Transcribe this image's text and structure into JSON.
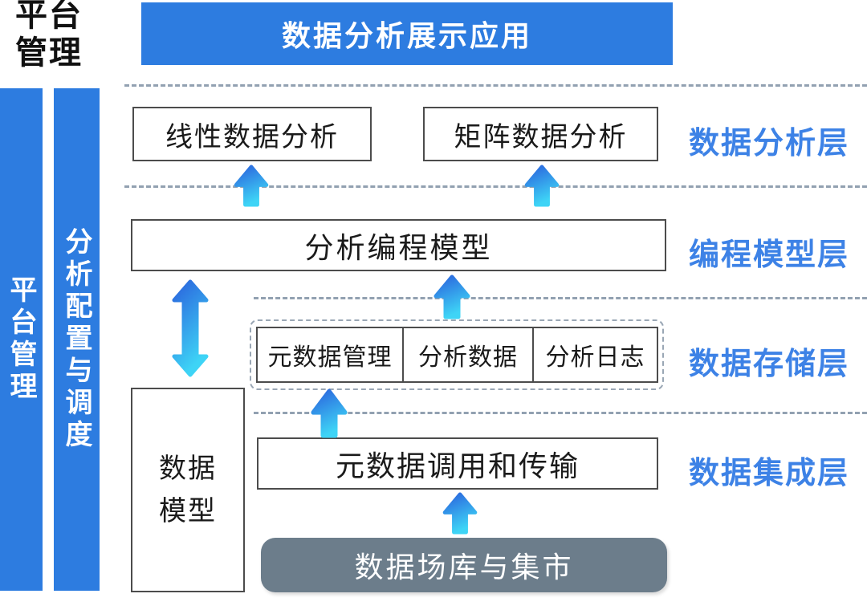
{
  "corner": {
    "line1": "平台",
    "line2": "管理"
  },
  "banner": {
    "title": "数据分析展示应用"
  },
  "sidebar": {
    "bar1": "平台管理",
    "bar2": "分析配置与调度"
  },
  "analysis_layer": {
    "label": "数据分析层",
    "box_linear": "线性数据分析",
    "box_matrix": "矩阵数据分析"
  },
  "programming_layer": {
    "label": "编程模型层",
    "box": "分析编程模型"
  },
  "storage_layer": {
    "label": "数据存储层",
    "cells": [
      {
        "label": "元数据管理"
      },
      {
        "label": "分析数据"
      },
      {
        "label": "分析日志"
      }
    ]
  },
  "integration_layer": {
    "label": "数据集成层",
    "box": "元数据调用和传输"
  },
  "data_model_box": {
    "line1": "数据",
    "line2": "模型"
  },
  "source_box": {
    "label": "数据场库与集市"
  },
  "icons": {
    "up_arrow": "up-arrow",
    "double_arrow": "double-vertical-arrow"
  },
  "colors": {
    "primary_blue": "#2D7CE0",
    "label_blue": "#3D82E6",
    "arrow_gradient_top": "#2A62DD",
    "arrow_gradient_bottom": "#3ED4F6",
    "source_gray": "#6C7D8B",
    "dashed_line": "#92A1B1",
    "box_border": "#4C4C4C"
  }
}
